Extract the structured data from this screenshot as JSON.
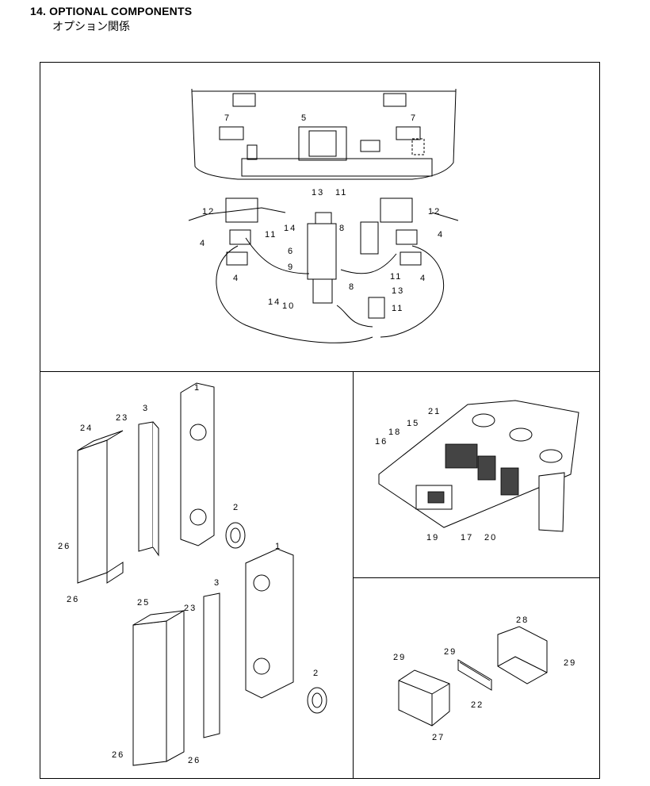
{
  "header": {
    "title": "14. OPTIONAL COMPONENTS",
    "subtitle": "オプション関係"
  },
  "panels": {
    "top": {
      "callouts": [
        "7",
        "5",
        "7",
        "13",
        "11",
        "12",
        "12",
        "4",
        "14",
        "8",
        "11",
        "4",
        "6",
        "9",
        "11",
        "4",
        "4",
        "8",
        "13",
        "14",
        "10",
        "11"
      ]
    },
    "left": {
      "callouts": [
        "1",
        "3",
        "23",
        "24",
        "2",
        "26",
        "26",
        "1",
        "3",
        "23",
        "25",
        "2",
        "26",
        "26"
      ]
    },
    "mid_right": {
      "callouts": [
        "21",
        "15",
        "18",
        "16",
        "19",
        "17",
        "20"
      ]
    },
    "bottom_right": {
      "callouts": [
        "28",
        "29",
        "29",
        "29",
        "22",
        "27"
      ]
    }
  }
}
